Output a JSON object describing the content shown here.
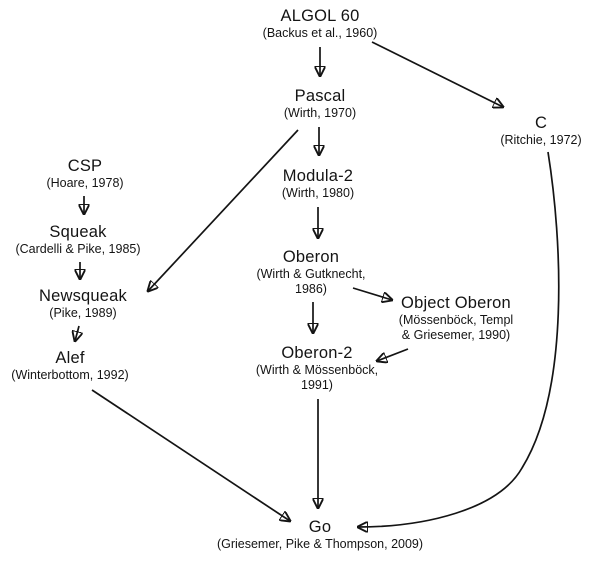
{
  "diagram": {
    "nodes": {
      "algol60": {
        "label": "ALGOL 60",
        "citation": "(Backus et al., 1960)"
      },
      "pascal": {
        "label": "Pascal",
        "citation": "(Wirth, 1970)"
      },
      "modula2": {
        "label": "Modula-2",
        "citation": "(Wirth, 1980)"
      },
      "oberon": {
        "label": "Oberon",
        "citation": "(Wirth & Gutknecht,\n1986)"
      },
      "object_oberon": {
        "label": "Object Oberon",
        "citation": "(Mössenböck, Templ\n& Griesemer, 1990)"
      },
      "oberon2": {
        "label": "Oberon-2",
        "citation": "(Wirth & Mössenböck,\n1991)"
      },
      "csp": {
        "label": "CSP",
        "citation": "(Hoare, 1978)"
      },
      "squeak": {
        "label": "Squeak",
        "citation": "(Cardelli & Pike, 1985)"
      },
      "newsqueak": {
        "label": "Newsqueak",
        "citation": "(Pike, 1989)"
      },
      "alef": {
        "label": "Alef",
        "citation": "(Winterbottom, 1992)"
      },
      "c": {
        "label": "C",
        "citation": "(Ritchie, 1972)"
      },
      "go": {
        "label": "Go",
        "citation": "(Griesemer, Pike & Thompson, 2009)"
      }
    },
    "edges": [
      {
        "from": "algol60",
        "to": "pascal"
      },
      {
        "from": "algol60",
        "to": "c"
      },
      {
        "from": "pascal",
        "to": "modula2"
      },
      {
        "from": "pascal",
        "to": "newsqueak"
      },
      {
        "from": "modula2",
        "to": "oberon"
      },
      {
        "from": "oberon",
        "to": "oberon2"
      },
      {
        "from": "oberon",
        "to": "object_oberon"
      },
      {
        "from": "object_oberon",
        "to": "oberon2"
      },
      {
        "from": "csp",
        "to": "squeak"
      },
      {
        "from": "squeak",
        "to": "newsqueak"
      },
      {
        "from": "newsqueak",
        "to": "alef"
      },
      {
        "from": "alef",
        "to": "go"
      },
      {
        "from": "oberon2",
        "to": "go"
      },
      {
        "from": "c",
        "to": "go"
      }
    ],
    "colors": {
      "background": "#ffffff",
      "text": "#141414",
      "arrow": "#141414"
    }
  }
}
